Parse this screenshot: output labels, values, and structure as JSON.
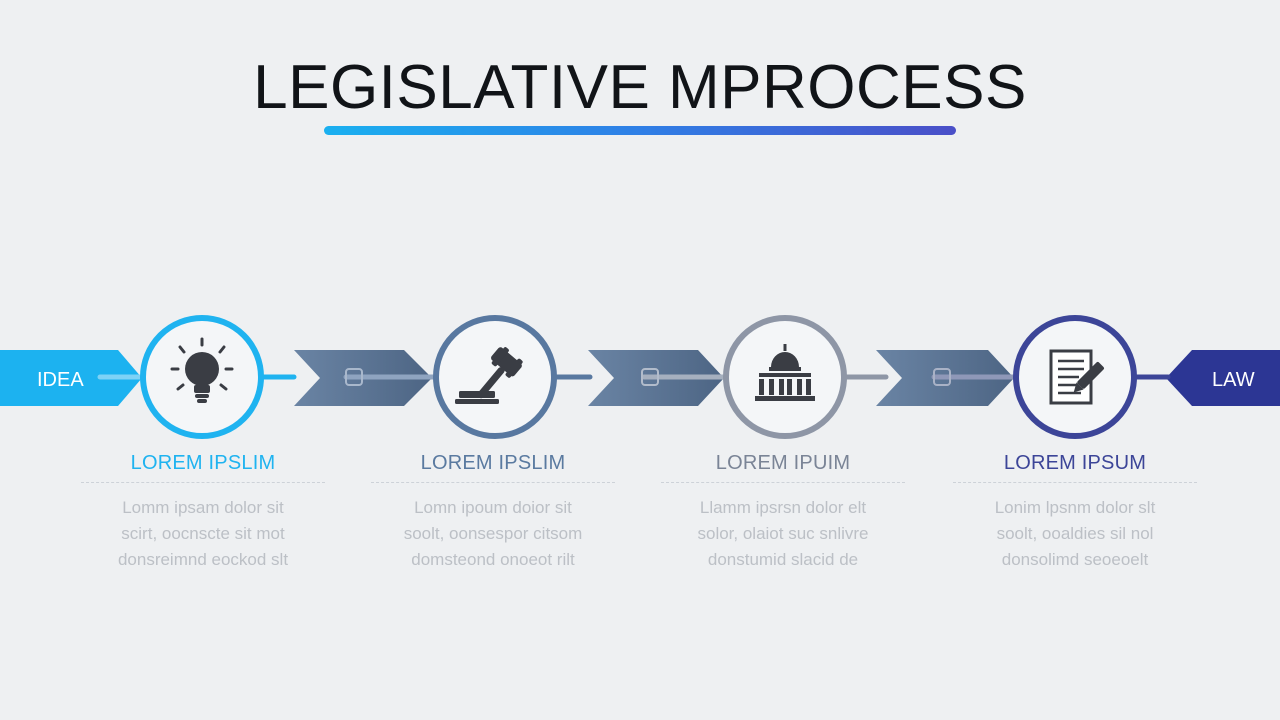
{
  "header": {
    "title": "LEGISLATIVE MPROCESS"
  },
  "flow": {
    "start_label": "IDEA",
    "end_label": "LAW"
  },
  "steps": [
    {
      "heading": "LOREM IPSLIM",
      "body": "Lomm ipsam dolor sit\nscirt, oocnscte sit mot\ndonsreimnd eockod slt",
      "color": "#1fb3f0",
      "icon": "lightbulb-icon"
    },
    {
      "heading": "LOREM IPSLIM",
      "body": "Lomn ipoum doior sit\nsoolt, oonsespor citsom\ndomsteond onoeot rilt",
      "color": "#5878a0",
      "icon": "gavel-icon"
    },
    {
      "heading": "LOREM IPUIM",
      "body": "Llamm ipsrsn dolor elt\nsolor, olaiot suc snlivre\ndonstumid slacid de",
      "color": "#8e96a6",
      "icon": "capitol-building-icon"
    },
    {
      "heading": "LOREM IPSUM",
      "body": "Lonim lpsnm dolor slt\nsoolt, ooaldies sil nol\ndonsolimd seoeoelt",
      "color": "#3c4598",
      "icon": "document-signing-icon"
    }
  ],
  "colors": {
    "start_arrow": "#1cb2f0",
    "connector_arrow": "#5a7290",
    "end_arrow": "#2c3694",
    "underline_start": "#1ab0f0",
    "underline_end": "#4a4fc8"
  }
}
